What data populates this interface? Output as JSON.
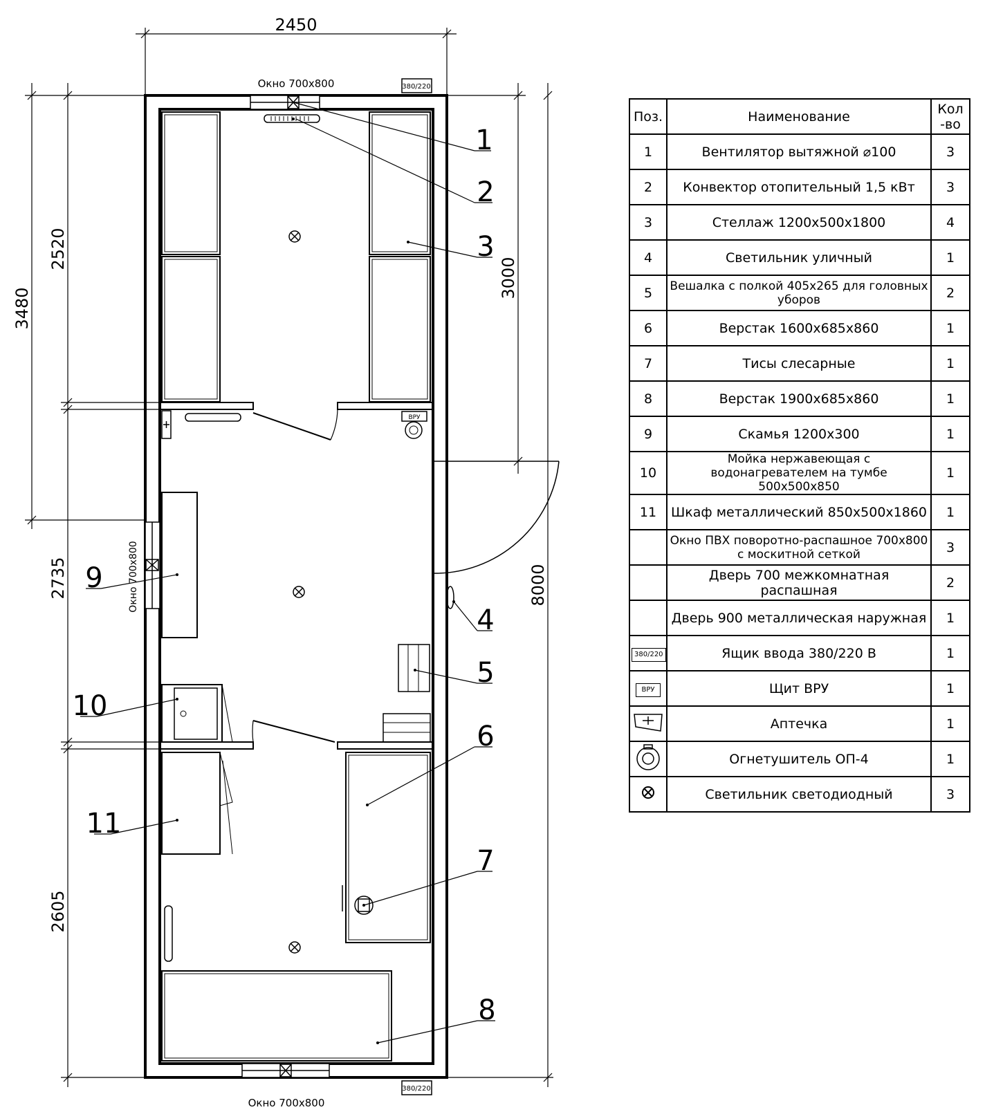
{
  "dimensions": {
    "top_width": "2450",
    "left_outer": "3480",
    "left_top": "2520",
    "left_mid": "2735",
    "left_bottom": "2605",
    "right_inner": "3000",
    "right_total": "8000"
  },
  "labels": {
    "window_top": "Окно 700х800",
    "window_bottom": "Окно 700х800",
    "window_side": "Окно 700х800",
    "box_top": "380/220",
    "box_bottom": "380/220",
    "vru_symbol": "ВРУ"
  },
  "callouts": [
    "1",
    "2",
    "3",
    "4",
    "5",
    "6",
    "7",
    "8",
    "9",
    "10",
    "11"
  ],
  "spec_table": {
    "headers": {
      "pos": "Поз.",
      "name": "Наименование",
      "qty_line1": "Кол",
      "qty_line2": "-во"
    },
    "rows": [
      {
        "pos": "1",
        "name": "Вентилятор вытяжной ⌀100",
        "qty": "3"
      },
      {
        "pos": "2",
        "name": "Конвектор отопительный 1,5 кВт",
        "qty": "3"
      },
      {
        "pos": "3",
        "name": "Стеллаж   1200х500х1800",
        "qty": "4"
      },
      {
        "pos": "4",
        "name": "Светильник уличный",
        "qty": "1"
      },
      {
        "pos": "5",
        "name": "Вешалка с полкой 405х265 для головных уборов",
        "qty": "2"
      },
      {
        "pos": "6",
        "name": "Верстак  1600х685х860",
        "qty": "1"
      },
      {
        "pos": "7",
        "name": "Тисы слесарные",
        "qty": "1"
      },
      {
        "pos": "8",
        "name": "Верстак  1900х685х860",
        "qty": "1"
      },
      {
        "pos": "9",
        "name": "Скамья 1200х300",
        "qty": "1"
      },
      {
        "pos": "10",
        "name": "Мойка нержавеющая с водонагревателем на тумбе 500х500х850",
        "qty": "1"
      },
      {
        "pos": "11",
        "name": "Шкаф металлический 850х500х1860",
        "qty": "1"
      },
      {
        "pos": "",
        "name": "Окно ПВХ поворотно-распашное 700х800 с москитной сеткой",
        "qty": "3"
      },
      {
        "pos": "",
        "name": "Дверь 700 межкомнатная распашная",
        "qty": "2"
      },
      {
        "pos": "",
        "name": "Дверь 900 металлическая наружная",
        "qty": "1"
      },
      {
        "pos": "380/220",
        "name": "Ящик ввода 380/220 В",
        "qty": "1"
      },
      {
        "pos": "ВРУ",
        "name": "Щит ВРУ",
        "qty": "1"
      },
      {
        "pos": "first-aid-symbol",
        "name": "Аптечка",
        "qty": "1"
      },
      {
        "pos": "extinguisher-symbol",
        "name": "Огнетушитель ОП-4",
        "qty": "1"
      },
      {
        "pos": "lamp-symbol",
        "name": "Светильник светодиодный",
        "qty": "3"
      }
    ]
  }
}
